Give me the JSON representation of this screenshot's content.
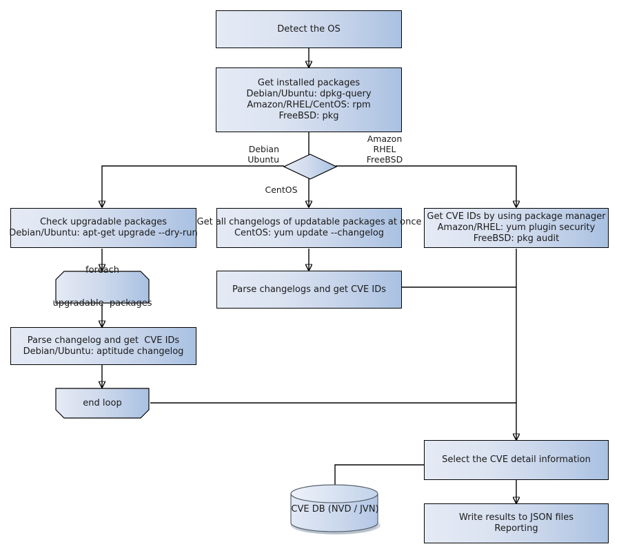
{
  "diagram": {
    "title": "OS package vulnerability scanning flow",
    "colors": {
      "node_fill_light": "#e5eaf5",
      "node_fill_dark": "#a9c1e2",
      "node_stroke": "#000000",
      "text": "#1a1a1a",
      "background": "#ffffff"
    },
    "nodes": {
      "detect_os": {
        "label": "Detect the OS"
      },
      "get_installed_packages": {
        "line1": "Get installed packages",
        "line2": "Debian/Ubuntu: dpkg-query",
        "line3": "Amazon/RHEL/CentOS: rpm",
        "line4": "FreeBSD: pkg"
      },
      "os_decision": {
        "label": ""
      },
      "check_upgradable": {
        "line1": "Check upgradable packages",
        "line2": "Debian/Ubuntu: apt-get upgrade --dry-run"
      },
      "get_all_changelogs": {
        "line1": "Get all changelogs of updatable packages at once",
        "line2": "CentOS: yum update --changelog"
      },
      "get_cve_ids_pkgmgr": {
        "line1": "Get CVE IDs by using package manager",
        "line2": "Amazon/RHEL: yum plugin security",
        "line3": "FreeBSD: pkg audit"
      },
      "foreach_loop": {
        "line1": "foreach",
        "line2": "upgradable  packages"
      },
      "parse_changelogs_centos": {
        "label": "Parse changelogs and get CVE IDs"
      },
      "parse_changelog_debian": {
        "line1": "Parse changelog and get  CVE IDs",
        "line2": "Debian/Ubuntu: aptitude changelog"
      },
      "end_loop": {
        "label": "end loop"
      },
      "select_cve_detail": {
        "label": "Select the CVE detail information"
      },
      "cve_db": {
        "label": "CVE DB (NVD / JVN)"
      },
      "write_results": {
        "line1": "Write results to JSON files",
        "line2": "Reporting"
      }
    },
    "edge_labels": {
      "debian_ubuntu": "Debian\nUbuntu",
      "amazon_rhel_freebsd": "Amazon\nRHEL\nFreeBSD",
      "centos": "CentOS"
    }
  }
}
